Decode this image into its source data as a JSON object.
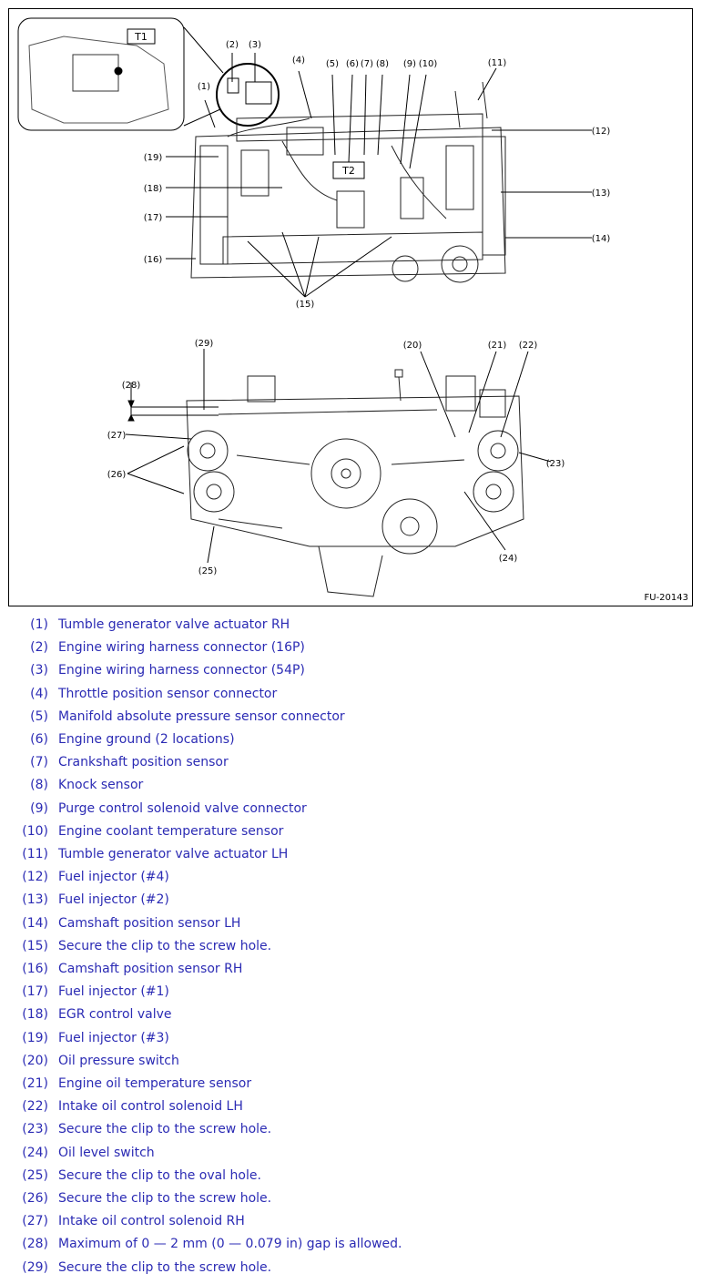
{
  "figure": {
    "figure_id": "FU-20143",
    "inset_labels": [
      "T1",
      "T2"
    ],
    "callouts": [
      "(1)",
      "(2)",
      "(3)",
      "(4)",
      "(5)",
      "(6)",
      "(7)",
      "(8)",
      "(9)",
      "(10)",
      "(11)",
      "(12)",
      "(13)",
      "(14)",
      "(15)",
      "(16)",
      "(17)",
      "(18)",
      "(19)",
      "(20)",
      "(21)",
      "(22)",
      "(23)",
      "(24)",
      "(25)",
      "(26)",
      "(27)",
      "(28)",
      "(29)"
    ]
  },
  "legend": [
    {
      "num": "(1)",
      "text": "Tumble generator valve actuator RH"
    },
    {
      "num": "(2)",
      "text": "Engine wiring harness connector (16P)"
    },
    {
      "num": "(3)",
      "text": "Engine wiring harness connector (54P)"
    },
    {
      "num": "(4)",
      "text": "Throttle position sensor connector"
    },
    {
      "num": "(5)",
      "text": "Manifold absolute pressure sensor connector"
    },
    {
      "num": "(6)",
      "text": "Engine ground (2 locations)"
    },
    {
      "num": "(7)",
      "text": "Crankshaft position sensor"
    },
    {
      "num": "(8)",
      "text": "Knock sensor"
    },
    {
      "num": "(9)",
      "text": "Purge control solenoid valve connector"
    },
    {
      "num": "(10)",
      "text": "Engine coolant temperature sensor"
    },
    {
      "num": "(11)",
      "text": "Tumble generator valve actuator LH"
    },
    {
      "num": "(12)",
      "text": "Fuel injector (#4)"
    },
    {
      "num": "(13)",
      "text": "Fuel injector (#2)"
    },
    {
      "num": "(14)",
      "text": "Camshaft position sensor LH"
    },
    {
      "num": "(15)",
      "text": "Secure the clip to the screw hole."
    },
    {
      "num": "(16)",
      "text": "Camshaft position sensor RH"
    },
    {
      "num": "(17)",
      "text": "Fuel injector (#1)"
    },
    {
      "num": "(18)",
      "text": "EGR control valve"
    },
    {
      "num": "(19)",
      "text": "Fuel injector (#3)"
    },
    {
      "num": "(20)",
      "text": "Oil pressure switch"
    },
    {
      "num": "(21)",
      "text": "Engine oil temperature sensor"
    },
    {
      "num": "(22)",
      "text": "Intake oil control solenoid LH"
    },
    {
      "num": "(23)",
      "text": "Secure the clip to the screw hole."
    },
    {
      "num": "(24)",
      "text": "Oil level switch"
    },
    {
      "num": "(25)",
      "text": "Secure the clip to the oval hole."
    },
    {
      "num": "(26)",
      "text": "Secure the clip to the screw hole."
    },
    {
      "num": "(27)",
      "text": "Intake oil control solenoid RH"
    },
    {
      "num": "(28)",
      "text": "Maximum of 0 — 2 mm (0 — 0.079 in) gap is allowed."
    },
    {
      "num": "(29)",
      "text": "Secure the clip to the screw hole."
    }
  ],
  "colors": {
    "legend_text": "#2b2bb4",
    "line": "#000000"
  }
}
